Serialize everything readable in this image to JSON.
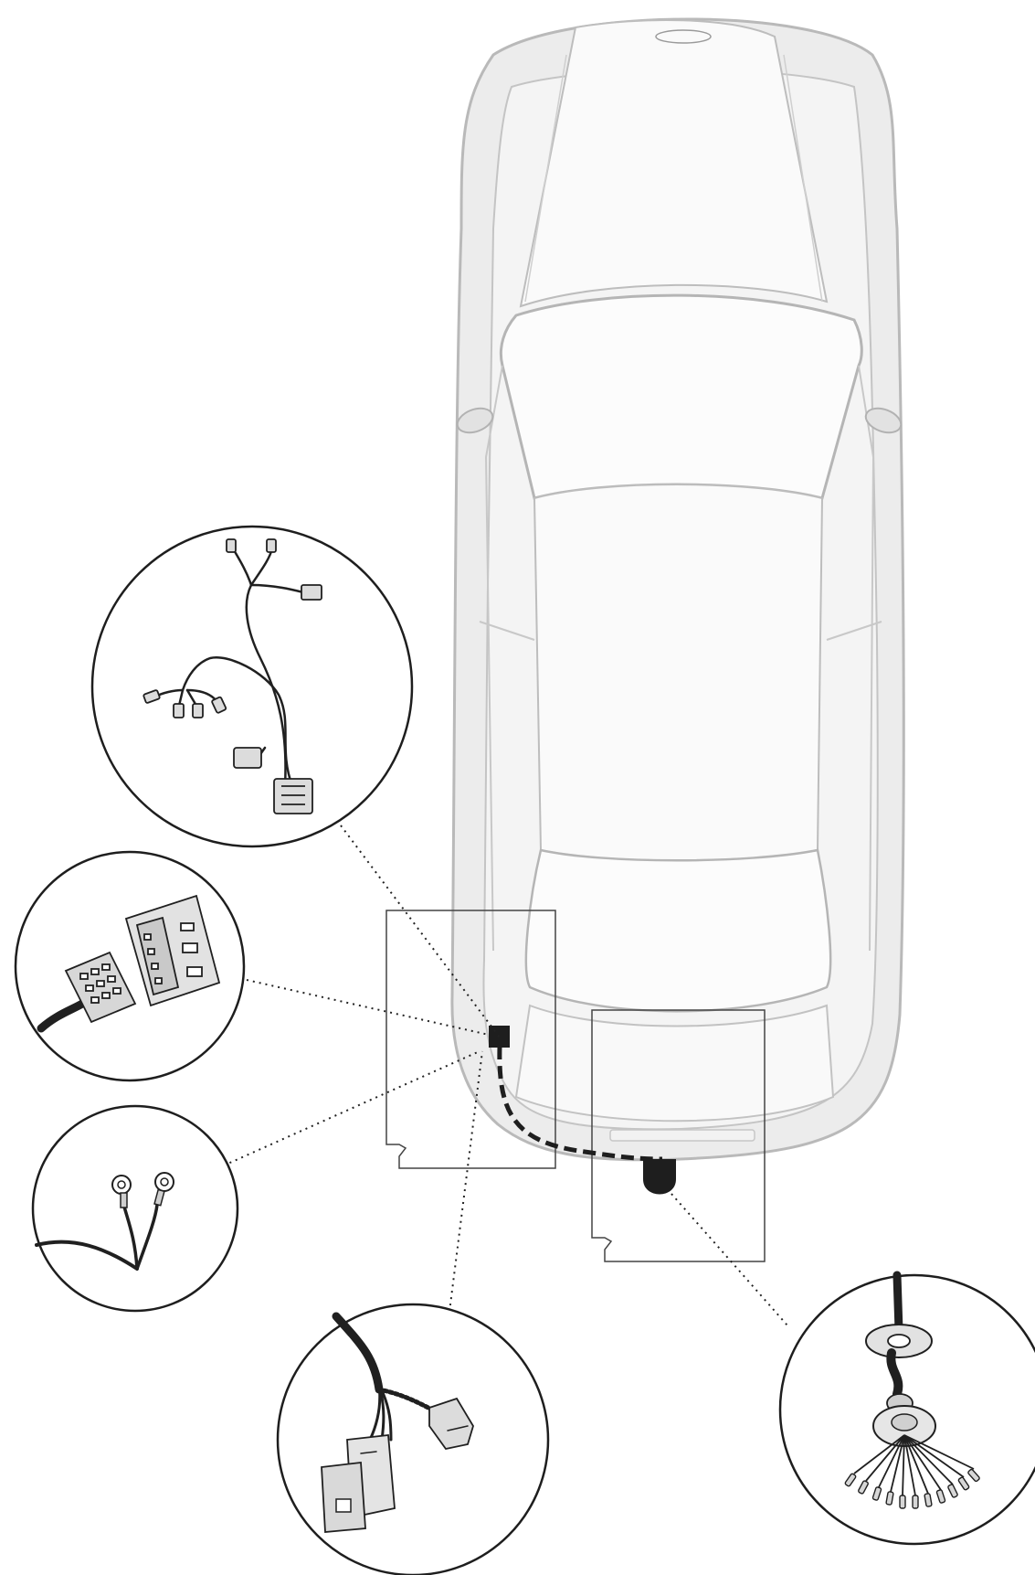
{
  "diagram": {
    "background": "#ffffff",
    "colors": {
      "car_fill": "#ececec",
      "car_fill_light": "#f7f7f7",
      "car_stroke": "#b9b9b9",
      "ink": "#1e1e1e",
      "wire": "#202020",
      "connector_fill": "#dcdcdc",
      "leader_line": "#222222",
      "frame_stroke": "#444444"
    },
    "vehicle": {
      "view": "top",
      "brand_icon": "four-rings-logo-icon"
    },
    "components": [
      {
        "id": "main-wiring-harness",
        "icon": "wiring-harness-icon"
      },
      {
        "id": "multi-pin-connector-pair",
        "icon": "multi-pin-connector-icon"
      },
      {
        "id": "ground-ring-terminals",
        "icon": "ring-terminal-icon"
      },
      {
        "id": "plug-adapter-cable",
        "icon": "plug-adapter-icon"
      },
      {
        "id": "tow-socket-cable-grommet",
        "icon": "socket-grommet-icon"
      }
    ]
  }
}
